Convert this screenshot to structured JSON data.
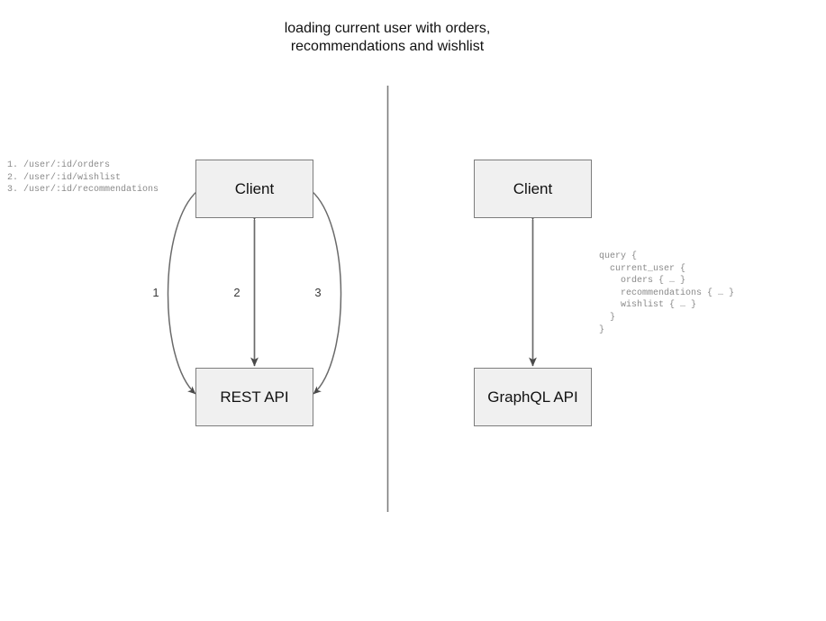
{
  "title": "loading current user with orders,\nrecommendations and wishlist",
  "rest_side": {
    "client_label": "Client",
    "api_label": "REST API",
    "endpoints": "1. /user/:id/orders\n2. /user/:id/wishlist\n3. /user/:id/recommendations",
    "edge_labels": [
      "1",
      "2",
      "3"
    ]
  },
  "graphql_side": {
    "client_label": "Client",
    "api_label": "GraphQL API",
    "query": "query {\n  current_user {\n    orders { … }\n    recommendations { … }\n    wishlist { … }\n  }\n}"
  },
  "colors": {
    "box_fill": "#f0f0f0",
    "box_border": "#7d7d7d",
    "edge_stroke": "#666666",
    "divider": "#7d7d7d",
    "code_text": "#8a8a8a",
    "title_text": "#111111"
  }
}
